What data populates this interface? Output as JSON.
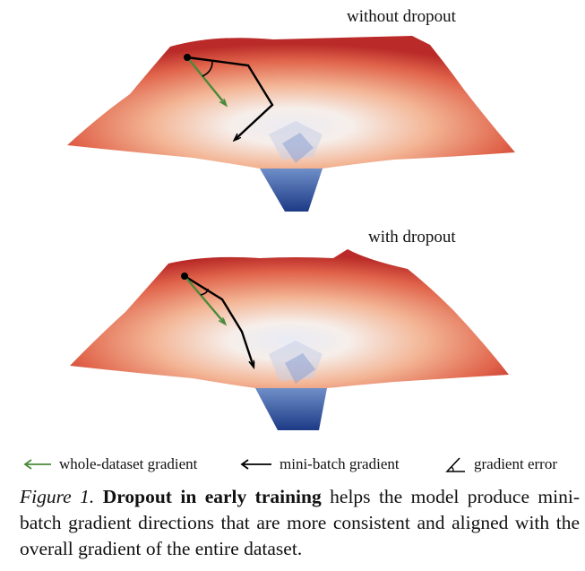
{
  "panels": [
    {
      "title": "without dropout"
    },
    {
      "title": "with dropout"
    }
  ],
  "legend": {
    "green_label": "whole-dataset gradient",
    "black_label": "mini-batch gradient",
    "angle_label": "gradient error",
    "green_color": "#4a8a3a",
    "black_color": "#000000"
  },
  "surface_colors": {
    "edge_red": "#c0302a",
    "mid_orange": "#f0a07a",
    "center_white": "#f4f2f2",
    "pit_blue": "#1f3f8a"
  },
  "caption": {
    "label": "Figure 1.",
    "bold": "Dropout in early training",
    "rest": " helps the model produce mini-batch gradient directions that are more consistent and aligned with the overall gradient of the entire dataset."
  }
}
